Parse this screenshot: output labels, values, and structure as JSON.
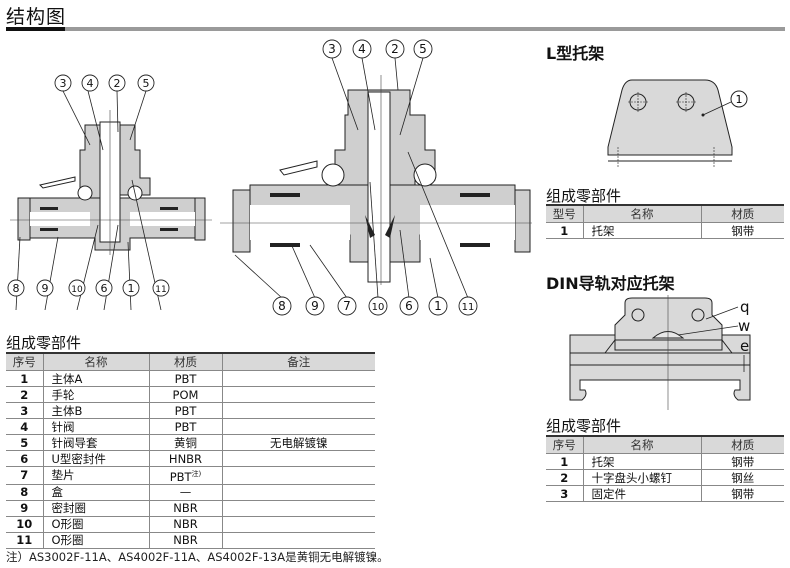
{
  "header": {
    "title": "结构图"
  },
  "diagram_small": {
    "callouts_top": [
      "3",
      "4",
      "2",
      "5"
    ],
    "callouts_bottom": [
      "8",
      "9",
      "10",
      "6",
      "1",
      "11"
    ]
  },
  "diagram_large": {
    "callouts_top": [
      "3",
      "4",
      "2",
      "5"
    ],
    "callouts_bottom": [
      "8",
      "9",
      "7",
      "10",
      "6",
      "1",
      "11"
    ]
  },
  "main_parts": {
    "title": "组成零部件",
    "columns": [
      "序号",
      "名称",
      "材质",
      "备注"
    ],
    "rows": [
      {
        "no": "1",
        "name": "主体A",
        "material": "PBT",
        "note": ""
      },
      {
        "no": "2",
        "name": "手轮",
        "material": "POM",
        "note": ""
      },
      {
        "no": "3",
        "name": "主体B",
        "material": "PBT",
        "note": ""
      },
      {
        "no": "4",
        "name": "针阀",
        "material": "PBT",
        "note": ""
      },
      {
        "no": "5",
        "name": "针阀导套",
        "material": "黄铜",
        "note": "无电解镀镍"
      },
      {
        "no": "6",
        "name": "U型密封件",
        "material": "HNBR",
        "note": ""
      },
      {
        "no": "7",
        "name": "垫片",
        "material": "PBT",
        "material_note": "注)",
        "note": ""
      },
      {
        "no": "8",
        "name": "盒",
        "material": "—",
        "note": ""
      },
      {
        "no": "9",
        "name": "密封圈",
        "material": "NBR",
        "note": ""
      },
      {
        "no": "10",
        "name": "O形圈",
        "material": "NBR",
        "note": ""
      },
      {
        "no": "11",
        "name": "O形圈",
        "material": "NBR",
        "note": ""
      }
    ],
    "footnote": "注）AS3002F-11A、AS4002F-11A、AS4002F-13A是黄铜无电解镀镍。"
  },
  "l_bracket": {
    "title": "L型托架",
    "callout": "1",
    "parts_title": "组成零部件",
    "columns": [
      "型号",
      "名称",
      "材质"
    ],
    "rows": [
      {
        "no": "1",
        "name": "托架",
        "material": "钢带"
      }
    ]
  },
  "din_bracket": {
    "title": "DIN导轨对应托架",
    "callouts": [
      "q",
      "w",
      "e"
    ],
    "parts_title": "组成零部件",
    "columns": [
      "序号",
      "名称",
      "材质"
    ],
    "rows": [
      {
        "no": "1",
        "name": "托架",
        "material": "钢带"
      },
      {
        "no": "2",
        "name": "十字盘头小螺钉",
        "material": "钢丝"
      },
      {
        "no": "3",
        "name": "固定件",
        "material": "钢带"
      }
    ]
  },
  "colors": {
    "fill_part": "#cfcfcf",
    "fill_bracket": "#d9d9d9",
    "header_bg": "#d9d9d9",
    "rule": "#9a9a9a",
    "line": "#222222"
  }
}
